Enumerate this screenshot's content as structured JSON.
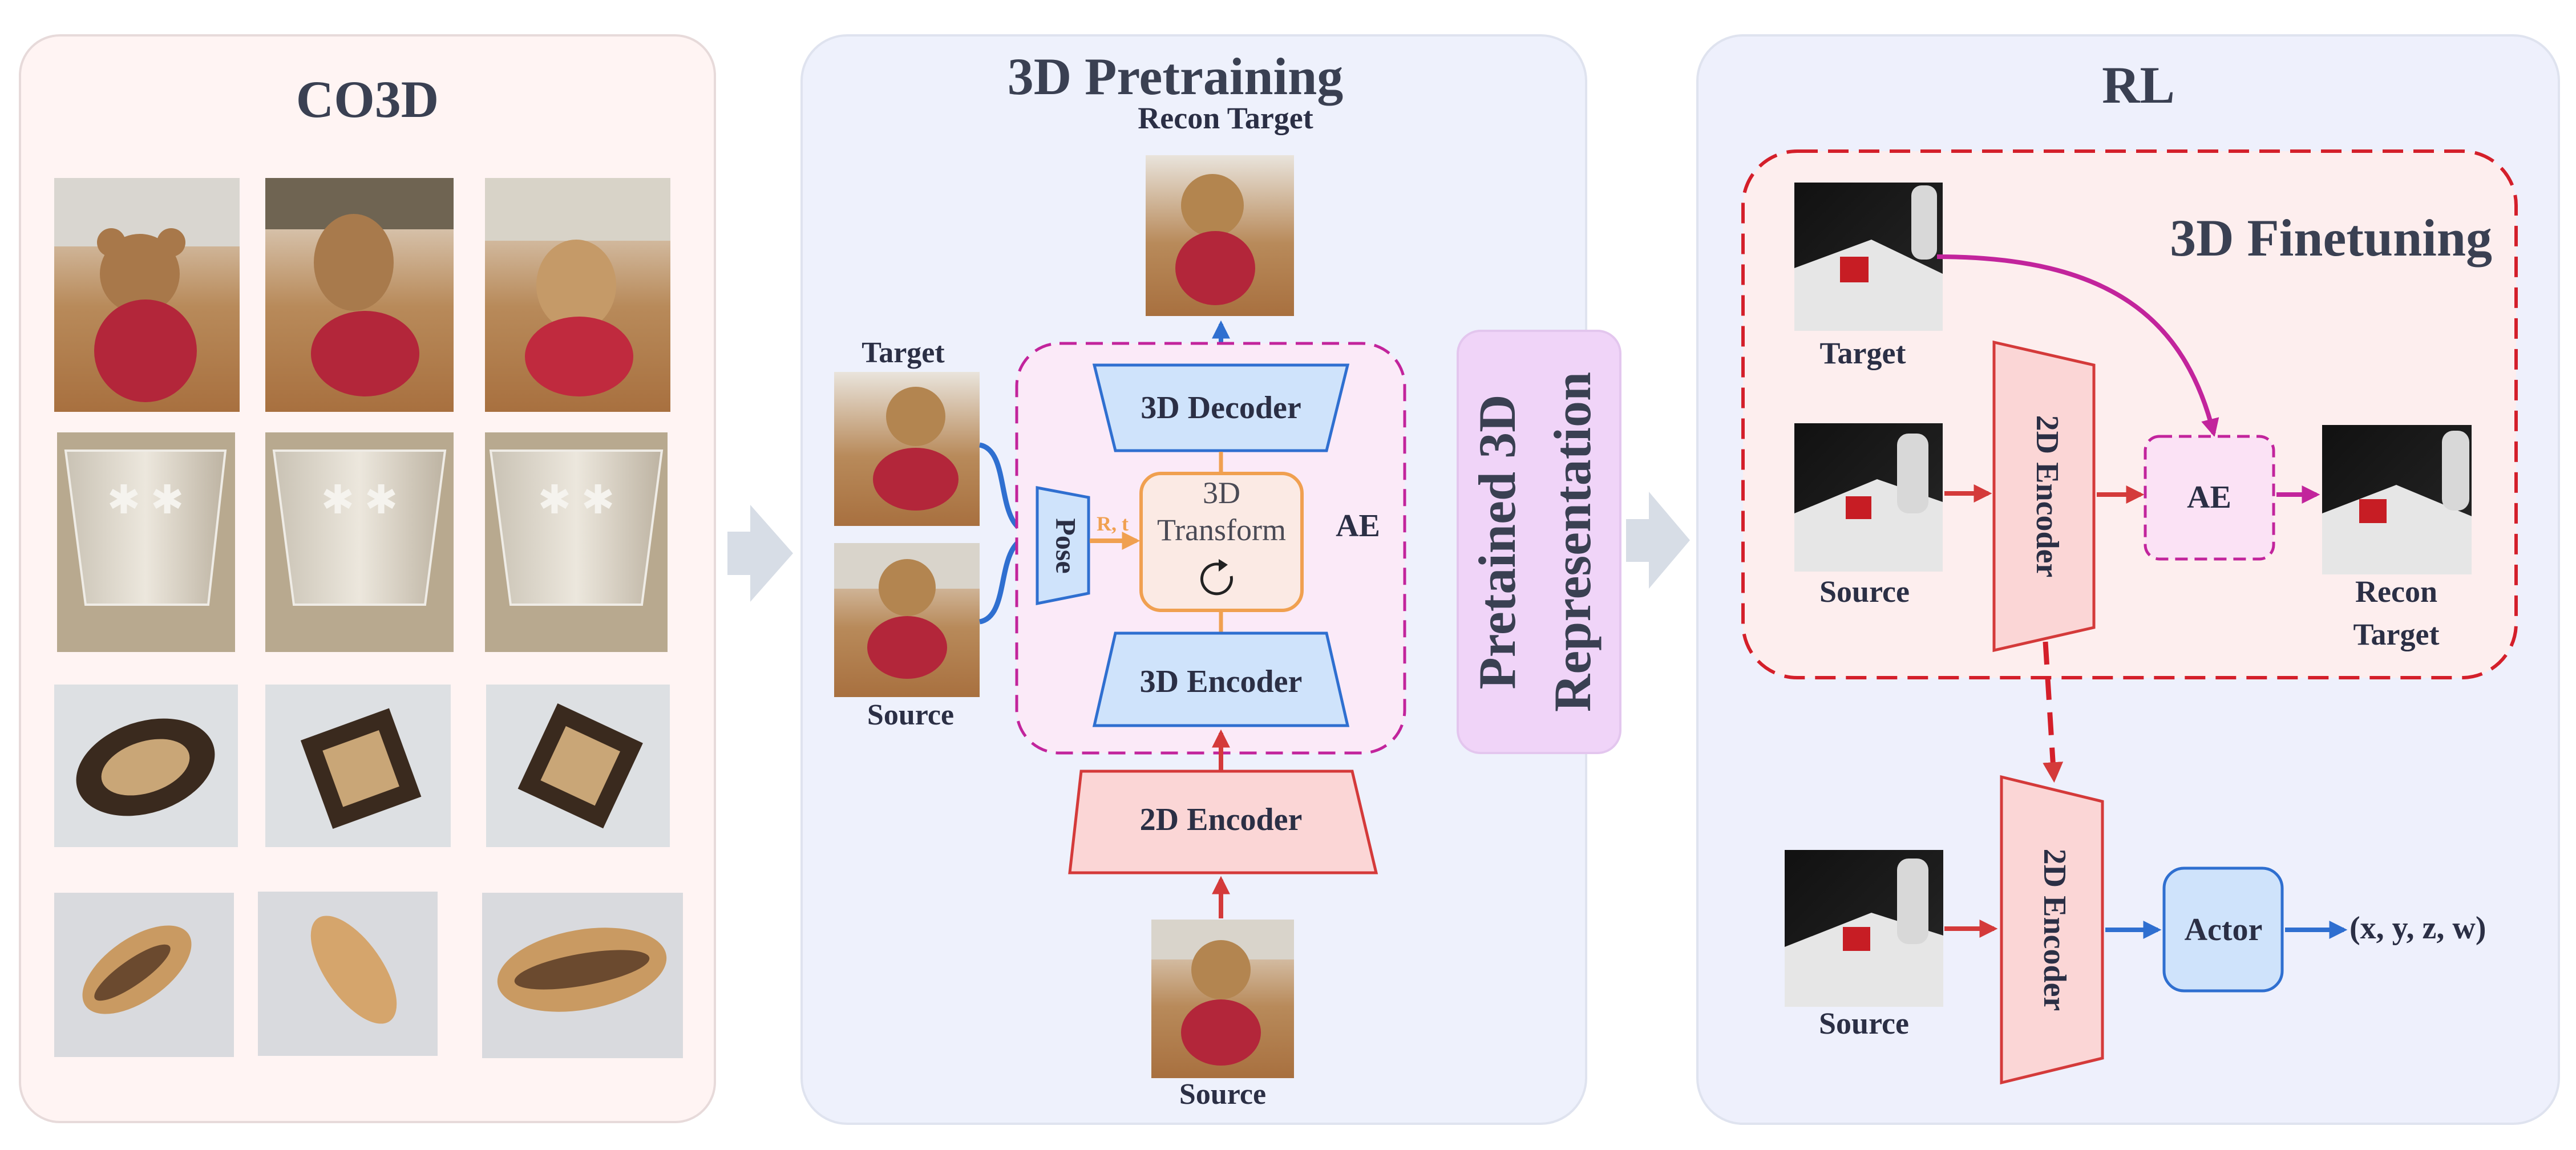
{
  "panels": {
    "co3d": {
      "title": "CO3D"
    },
    "pretraining": {
      "title": "3D Pretraining",
      "recon_target_label": "Recon Target",
      "target_label": "Target",
      "source_label": "Source",
      "bottom_source_label": "Source",
      "pose_label": "Pose",
      "rt_label": "R, t",
      "transform_label_line1": "3D",
      "transform_label_line2": "Transform",
      "ae_label": "AE",
      "decoder_label": "3D Decoder",
      "encoder3d_label": "3D Encoder",
      "encoder2d_label": "2D Encoder"
    },
    "pretrained": {
      "line1": "Pretained 3D",
      "line2": "Representation"
    },
    "rl": {
      "title": "RL",
      "finetune_title": "3D Finetuning",
      "target_label": "Target",
      "source_label": "Source",
      "encoder_label": "2D Encoder",
      "ae_label": "AE",
      "recon_label_line1": "Recon",
      "recon_label_line2": "Target",
      "bottom_source_label": "Source",
      "bottom_encoder_label": "2D Encoder",
      "actor_label": "Actor",
      "output_label": "(x, y, z, w)"
    }
  },
  "colors": {
    "co3d_bg": "#fff4f3",
    "pretrain_bg": "#eef1fc",
    "rl_bg": "#eef0fc",
    "pretrained_box": "#f0d4f8",
    "blue_box": "#cfe3fb",
    "blue_stroke": "#2f6fd0",
    "red_box": "#fbd6d6",
    "red_stroke": "#d43a3a",
    "orange": "#f0a050",
    "magenta": "#c2249c",
    "red_dash": "#d41f2a",
    "arrow_gray": "#d7dde6"
  },
  "icons": [
    "rotation-icon",
    "right-arrow-icon"
  ]
}
